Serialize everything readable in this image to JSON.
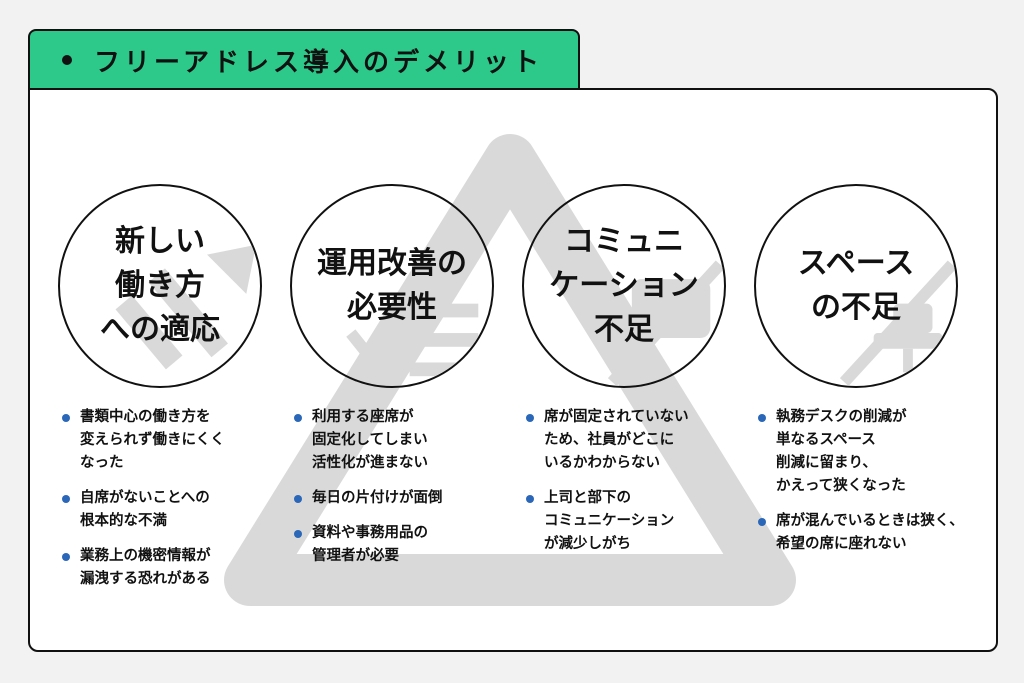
{
  "header": {
    "title": "フリーアドレス導入のデメリット"
  },
  "colors": {
    "accent": "#2cc98a",
    "bullet": "#2a67b8",
    "watermark": "#d9d9d9"
  },
  "columns": [
    {
      "heading": "新しい\n働き方\nへの適応",
      "icon": "chart-arrow-icon",
      "items": [
        "書類中心の働き方を\n変えられず働きにくく\nなった",
        "自席がないことへの\n根本的な不満",
        "業務上の機密情報が\n漏洩する恐れがある"
      ]
    },
    {
      "heading": "運用改善の\n必要性",
      "icon": "checklist-icon",
      "items": [
        "利用する座席が\n固定化してしまい\n活性化が進まない",
        "毎日の片付けが面倒",
        "資料や事務用品の\n管理者が必要"
      ]
    },
    {
      "heading": "コミュニ\nケーション\n不足",
      "icon": "no-chat-icon",
      "items": [
        "席が固定されていない\nため、社員がどこに\nいるかわからない",
        "上司と部下の\nコミュニケーション\nが減少しがち"
      ]
    },
    {
      "heading": "スペース\nの不足",
      "icon": "no-seat-icon",
      "items": [
        "執務デスクの削減が\n単なるスペース\n削減に留まり、\nかえって狭くなった",
        "席が混んでいるときは狭く、\n希望の席に座れない"
      ]
    }
  ]
}
